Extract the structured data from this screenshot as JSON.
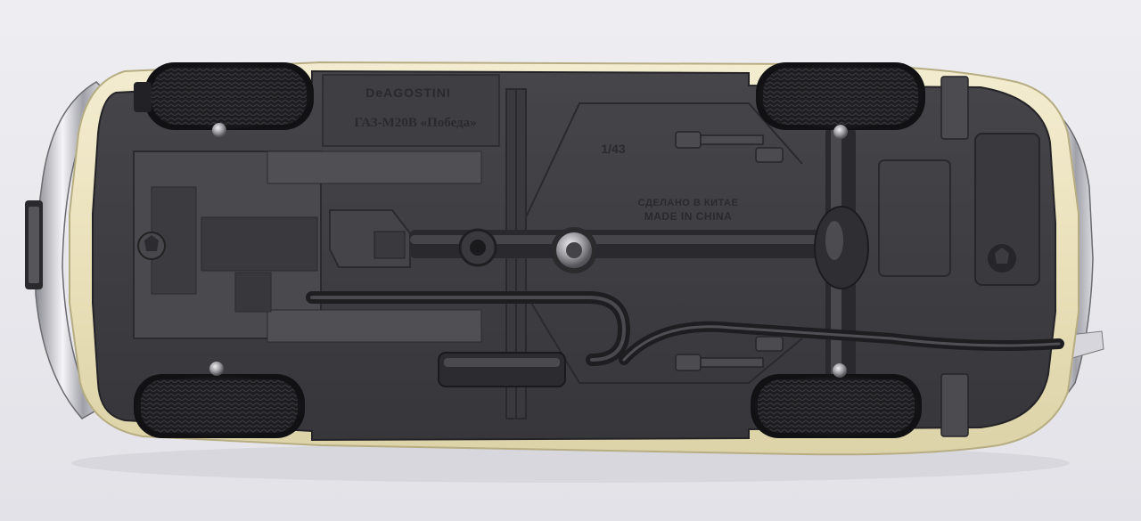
{
  "photo": {
    "subject": "die-cast model car underside",
    "colors": {
      "background": "#e9e9ee",
      "body_cream": "#efe7c4",
      "chassis": "#3c3c40",
      "chrome": "#c9c9cf",
      "tire": "#1c1c1e"
    }
  },
  "markings": {
    "brand": "DeAGOSTINI",
    "model": "ГАЗ-М20В «Победа»",
    "scale": "1/43",
    "made_in_ru": "СДЕЛАНО В КИТАЕ",
    "made_in_en": "MADE IN CHINA"
  }
}
